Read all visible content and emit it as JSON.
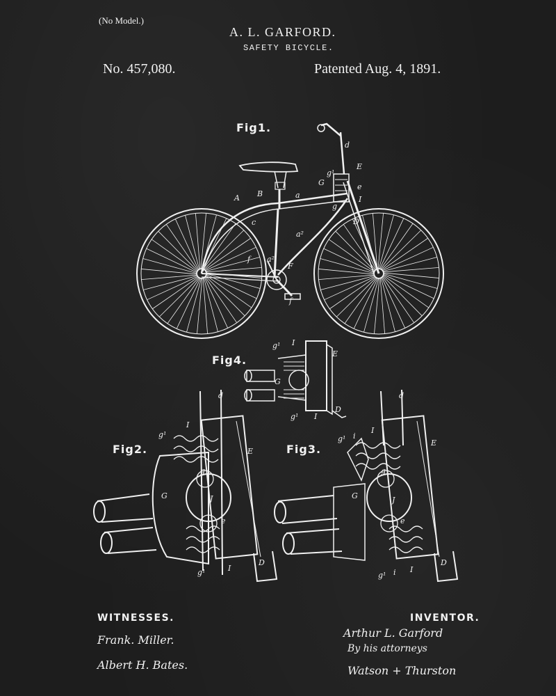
{
  "header": {
    "model_note": "(No Model.)",
    "inventor": "A. L. GARFORD.",
    "title": "SAFETY BICYCLE.",
    "patent_number": "No. 457,080.",
    "patent_date": "Patented Aug. 4, 1891."
  },
  "figures": {
    "fig1": "Fig1.",
    "fig2": "Fig2.",
    "fig3": "Fig3.",
    "fig4": "Fig4."
  },
  "labels": {
    "A": "A",
    "B": "B",
    "a": "a",
    "c": "c",
    "a2": "a²",
    "d": "d",
    "E": "E",
    "e": "e",
    "I": "I",
    "g": "g",
    "g1": "g¹",
    "G": "G",
    "D": "D",
    "F": "F",
    "f": "f",
    "J": "J",
    "i": "i"
  },
  "footer": {
    "witnesses_label": "WITNESSES.",
    "witness_1": "Frank. Miller.",
    "witness_2": "Albert H. Bates.",
    "inventor_label": "INVENTOR.",
    "inventor_signature": "Arthur L. Garford",
    "attorneys_note": "By his attorneys",
    "attorneys": "Watson + Thurston"
  },
  "colors": {
    "background": "#1d1d1d",
    "ink": "#f0f0f0"
  }
}
